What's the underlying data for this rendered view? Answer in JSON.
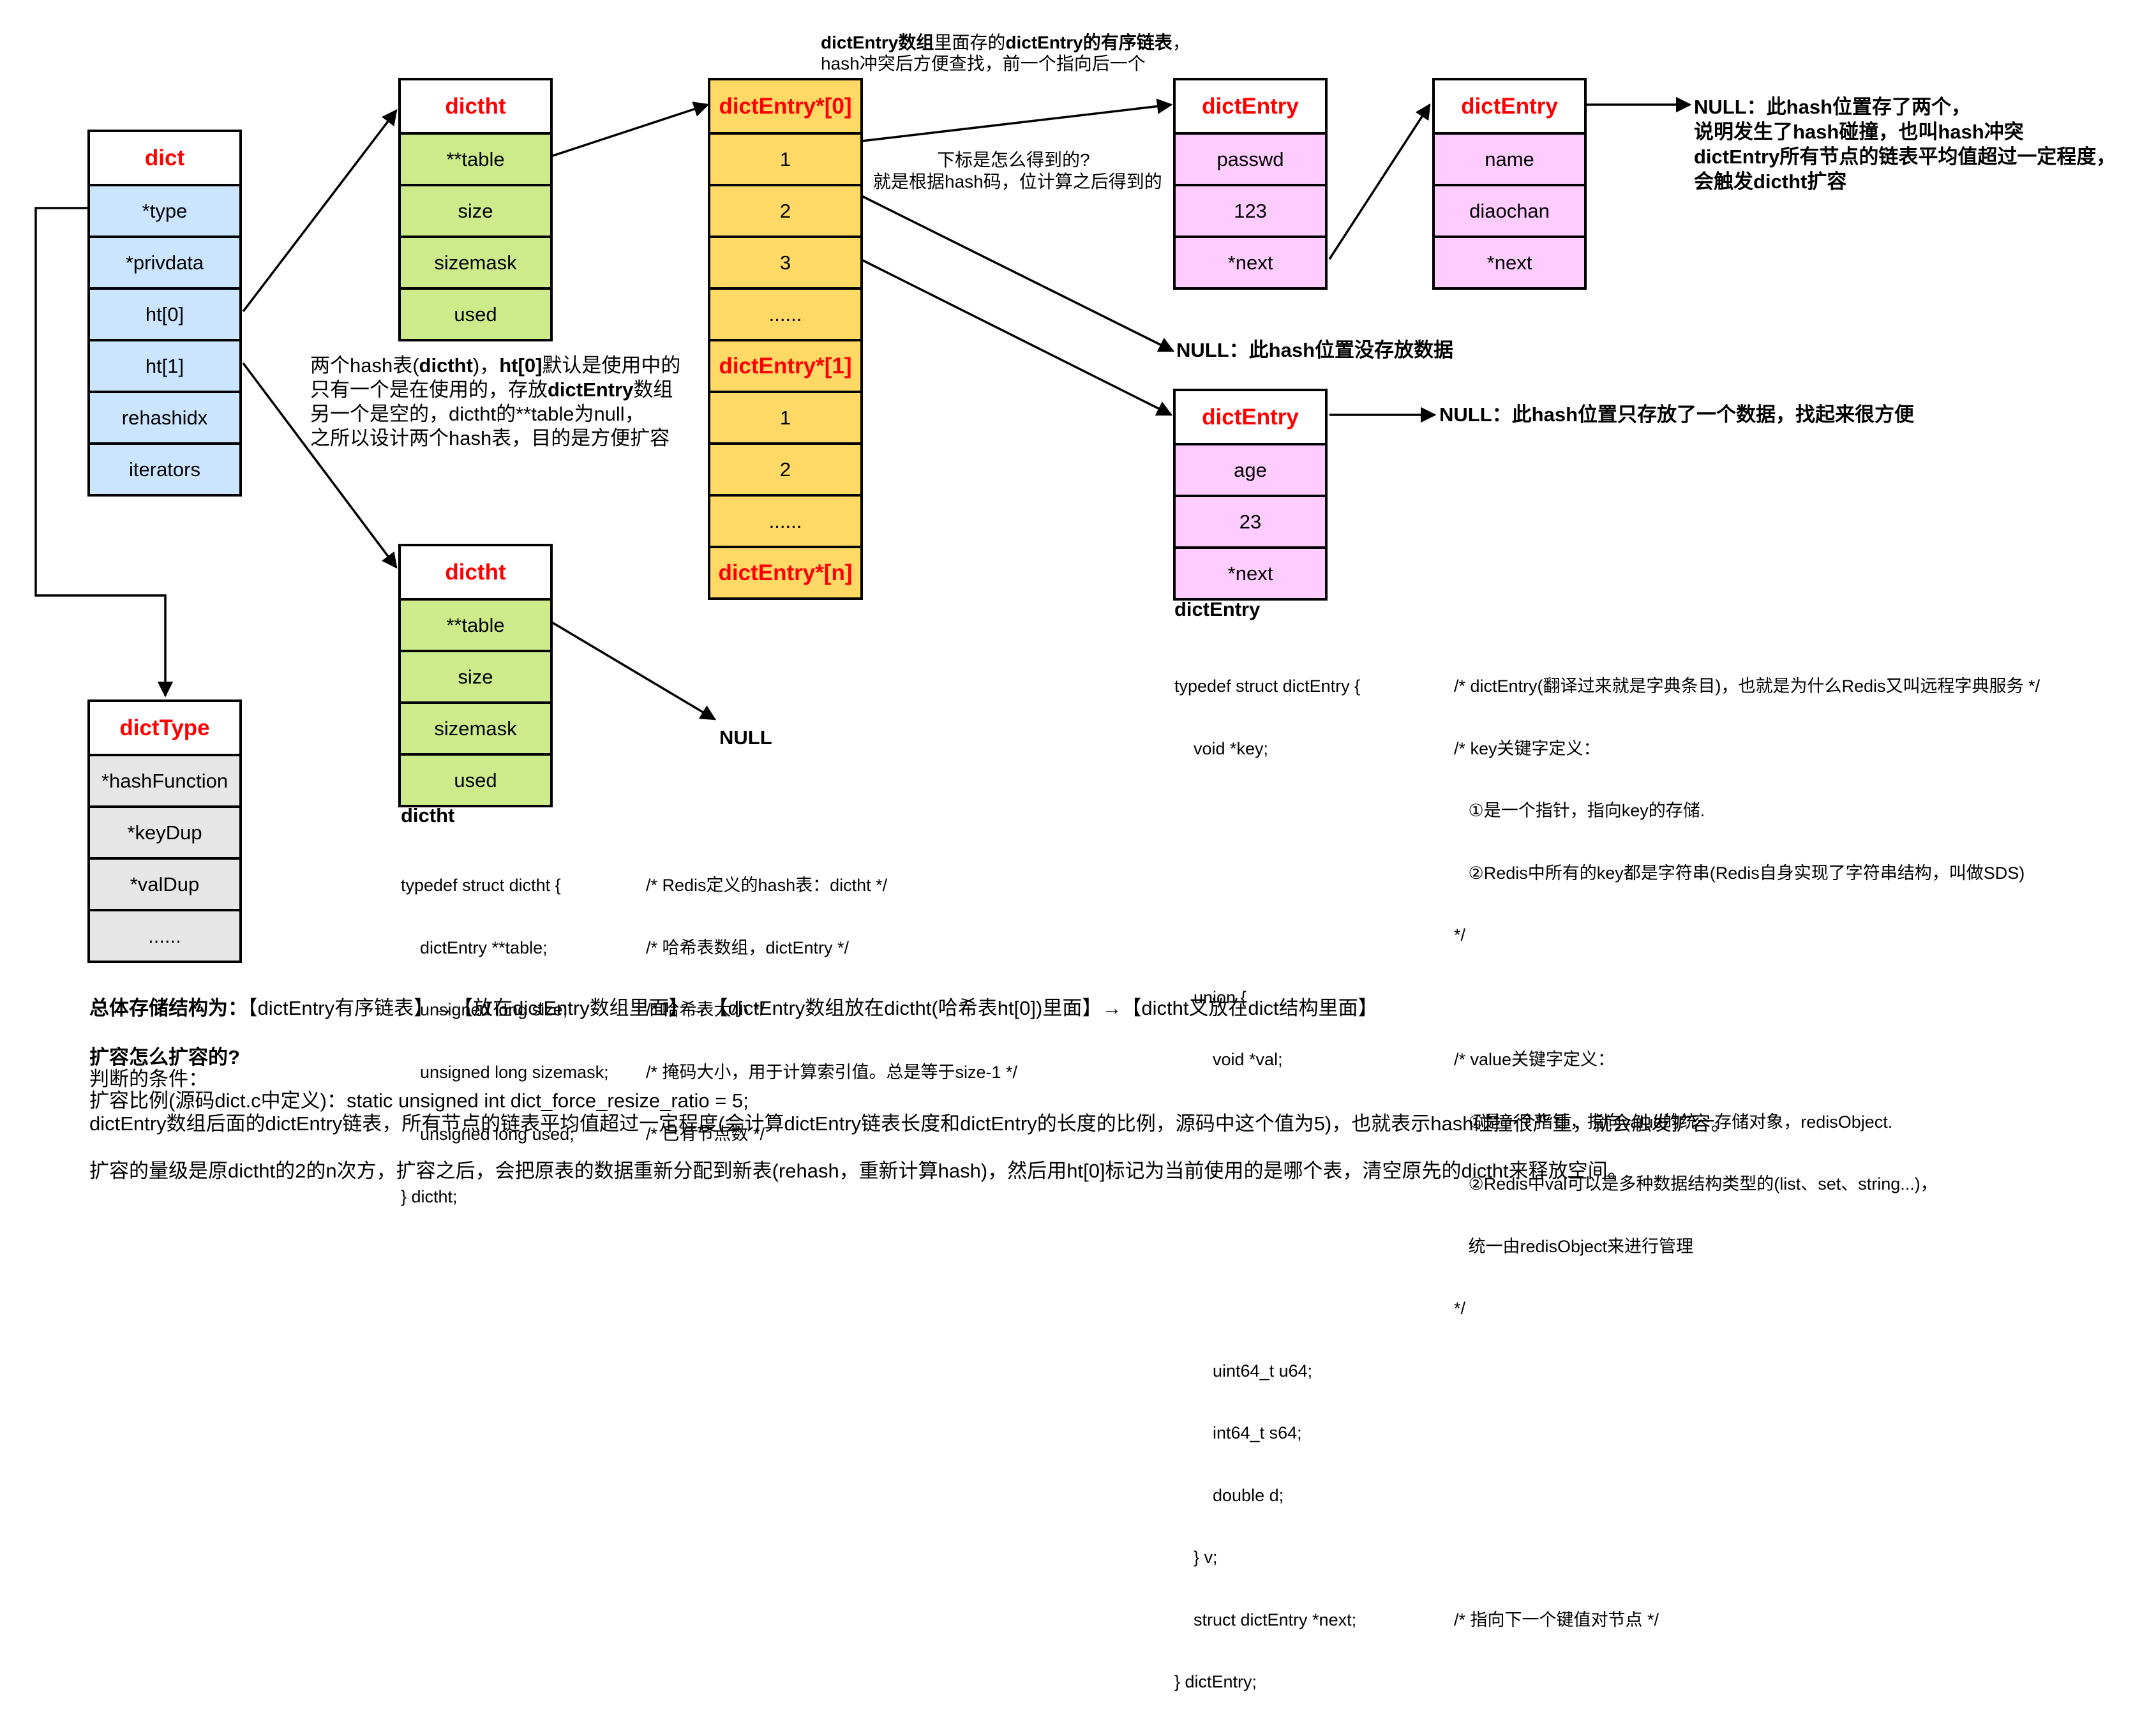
{
  "dict": {
    "title": "dict",
    "fields": [
      "*type",
      "*privdata",
      "ht[0]",
      "ht[1]",
      "rehashidx",
      "iterators"
    ]
  },
  "dicttype": {
    "title": "dictType",
    "fields": [
      "*hashFunction",
      "*keyDup",
      "*valDup",
      "......"
    ]
  },
  "dictht0": {
    "title": "dictht",
    "fields": [
      "**table",
      "size",
      "sizemask",
      "used"
    ]
  },
  "dictht1": {
    "title": "dictht",
    "fields": [
      "**table",
      "size",
      "sizemask",
      "used"
    ],
    "below_label": "dictht"
  },
  "array": {
    "header0": "dictEntry*[0]",
    "header1": "dictEntry*[1]",
    "headern": "dictEntry*[n]",
    "group0": [
      "1",
      "2",
      "3",
      "......"
    ],
    "group1": [
      "1",
      "2",
      "......"
    ]
  },
  "entry_passwd": {
    "title": "dictEntry",
    "fields": [
      "passwd",
      "123",
      "*next"
    ]
  },
  "entry_name": {
    "title": "dictEntry",
    "fields": [
      "name",
      "diaochan",
      "*next"
    ]
  },
  "entry_age": {
    "title": "dictEntry",
    "fields": [
      "age",
      "23",
      "*next"
    ],
    "below_label": "dictEntry"
  },
  "notes": {
    "array_top_bold": "dictEntry数组",
    "array_top_1": "里面存的",
    "array_top_2": "dictEntry的有序链表",
    "array_top_3": "，",
    "array_top_line2": "hash冲突后方便查找，前一个指向后一个",
    "index_q": "下标是怎么得到的?",
    "index_a": "就是根据hash码，位计算之后得到的",
    "ht_note_1a": "两个hash表(",
    "ht_note_1b": "dictht",
    "ht_note_1c": ")，",
    "ht_note_1d": "ht[0]",
    "ht_note_1e": "默认是使用中的",
    "ht_note_2a": "只有一个是在使用的，存放",
    "ht_note_2b": "dictEntry",
    "ht_note_2c": "数组",
    "ht_note_3": "另一个是空的，dictht的**table为null，",
    "ht_note_4": "之所以设计两个hash表，目的是方便扩容",
    "null_ht1": "NULL",
    "null_collide": [
      "NULL：此hash位置存了两个，",
      "说明发生了hash碰撞，也叫hash冲突",
      "dictEntry所有节点的链表平均值超过一定程度，",
      "会触发dictht扩容"
    ],
    "null_empty": "NULL：此hash位置没存放数据",
    "null_single": "NULL：此hash位置只存放了一个数据，找起来很方便"
  },
  "dictht_code": {
    "left": [
      "typedef struct dictht {",
      "    dictEntry **table;",
      "    unsigned long size;",
      "    unsigned long sizemask;",
      "    unsigned long used;",
      "} dictht;"
    ],
    "right": [
      "/* Redis定义的hash表：dictht */",
      "/* 哈希表数组，dictEntry */",
      "/* 哈希表大小 */",
      "/* 掩码大小，用于计算索引值。总是等于size-1 */",
      "/* 已有节点数 */",
      ""
    ]
  },
  "dictentry_code": {
    "left": [
      "typedef struct dictEntry {",
      "    void *key;",
      "",
      "",
      "",
      "    union {",
      "        void *val;",
      "",
      "",
      "",
      "",
      "        uint64_t u64;",
      "        int64_t s64;",
      "        double d;",
      "    } v;",
      "    struct dictEntry *next;",
      "} dictEntry;"
    ],
    "right": [
      "/* dictEntry(翻译过来就是字典条目)，也就是为什么Redis又叫远程字典服务 */",
      "/* key关键字定义：",
      "   ①是一个指针，指向key的存储.",
      "   ②Redis中所有的key都是字符串(Redis自身实现了字符串结构，叫做SDS)",
      "*/",
      "",
      "/* value关键字定义：",
      "   ①是一个指针，指向value的统一存储对象，redisObject.",
      "   ②Redis中val可以是多种数据结构类型的(list、set、string...)，",
      "   统一由redisObject来进行管理",
      "*/",
      "",
      "",
      "",
      "",
      "/* 指向下一个键值对节点 */",
      ""
    ]
  },
  "bottom": {
    "summary_label": "总体存储结构为：",
    "summary_text": "【dictEntry有序链表】→【放在dictEntry数组里面】→【dictEntry数组放在dictht(哈希表ht[0])里面】→【dictht又放在dict结构里面】",
    "q_title": "扩容怎么扩容的?",
    "line1": "判断的条件：",
    "line2": "扩容比例(源码dict.c中定义)：static unsigned int dict_force_resize_ratio = 5;",
    "line3": "dictEntry数组后面的dictEntry链表，所有节点的链表平均值超过一定程度(会计算dictEntry链表长度和dictEntry的长度的比例，源码中这个值为5)，也就表示hash碰撞很严重，就会触发扩容。",
    "line4": "扩容的量级是原dictht的2的n次方，扩容之后，会把原表的数据重新分配到新表(rehash，重新计算hash)，然后用ht[0]标记为当前使用的是哪个表，清空原先的dictht来释放空间。"
  }
}
